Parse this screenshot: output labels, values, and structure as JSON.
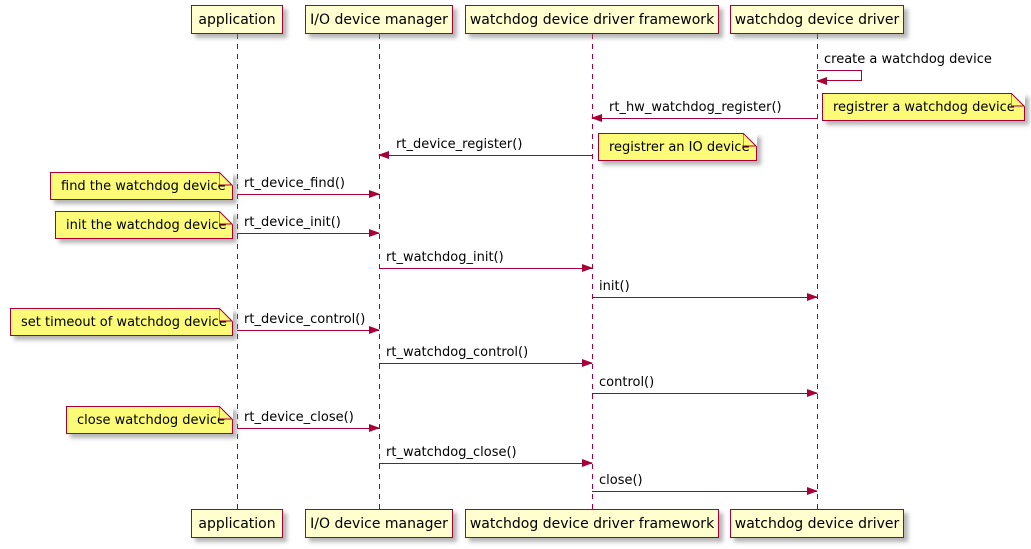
{
  "colors": {
    "accent": "#A80036",
    "participant_fill": "#FEFECE",
    "note_fill": "#FBFB77",
    "background": "#FFFFFF",
    "text": "#000000"
  },
  "participants": [
    {
      "label": "application"
    },
    {
      "label": "I/O device manager"
    },
    {
      "label": "watchdog device driver framework"
    },
    {
      "label": "watchdog device driver"
    }
  ],
  "self_message": {
    "label": "create a watchdog device",
    "participant": "watchdog device driver"
  },
  "messages": [
    {
      "label": "rt_hw_watchdog_register()",
      "from": "watchdog device driver",
      "to": "watchdog device driver framework"
    },
    {
      "label": "rt_device_register()",
      "from": "watchdog device driver framework",
      "to": "I/O device manager"
    },
    {
      "label": "rt_device_find()",
      "from": "application",
      "to": "I/O device manager"
    },
    {
      "label": "rt_device_init()",
      "from": "application",
      "to": "I/O device manager"
    },
    {
      "label": "rt_watchdog_init()",
      "from": "I/O device manager",
      "to": "watchdog device driver framework"
    },
    {
      "label": "init()",
      "from": "watchdog device driver framework",
      "to": "watchdog device driver"
    },
    {
      "label": "rt_device_control()",
      "from": "application",
      "to": "I/O device manager"
    },
    {
      "label": "rt_watchdog_control()",
      "from": "I/O device manager",
      "to": "watchdog device driver framework"
    },
    {
      "label": "control()",
      "from": "watchdog device driver framework",
      "to": "watchdog device driver"
    },
    {
      "label": "rt_device_close()",
      "from": "application",
      "to": "I/O device manager"
    },
    {
      "label": "rt_watchdog_close()",
      "from": "I/O device manager",
      "to": "watchdog device driver framework"
    },
    {
      "label": "close()",
      "from": "watchdog device driver framework",
      "to": "watchdog device driver"
    }
  ],
  "notes": [
    {
      "label": "registrer a watchdog device",
      "attached_to": "watchdog device driver"
    },
    {
      "label": "registrer an IO device",
      "attached_to": "watchdog device driver framework"
    },
    {
      "label": "find the watchdog device",
      "attached_to": "application"
    },
    {
      "label": "init the watchdog device",
      "attached_to": "application"
    },
    {
      "label": "set timeout of watchdog device",
      "attached_to": "application"
    },
    {
      "label": "close watchdog device",
      "attached_to": "application"
    }
  ]
}
